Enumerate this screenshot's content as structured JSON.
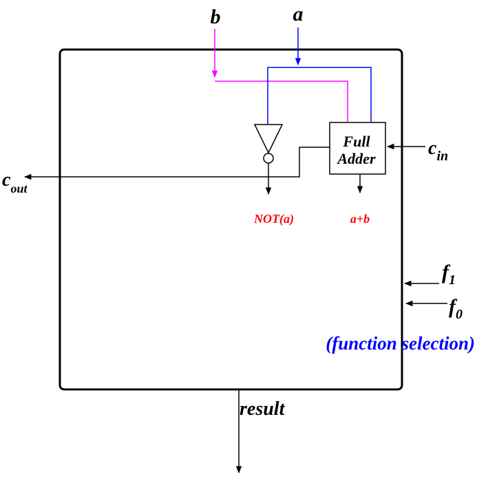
{
  "inputs": {
    "b": "b",
    "a": "a",
    "c_in_base": "c",
    "c_in_sub": "in",
    "f1_base": "f",
    "f1_sub": "1",
    "f0_base": "f",
    "f0_sub": "0"
  },
  "outputs": {
    "c_out_base": "c",
    "c_out_sub": "out",
    "result": "result"
  },
  "full_adder": {
    "line1": "Full",
    "line2": "Adder"
  },
  "internal_outputs": {
    "not_a": "NOT(a)",
    "sum": "a+b"
  },
  "function_selection": "(function selection)",
  "colors": {
    "b_wire": "#ff00ff",
    "a_wire": "#0000ff",
    "output_labels": "#ff0000",
    "function_selection": "#0000ff",
    "frame": "#000000"
  }
}
